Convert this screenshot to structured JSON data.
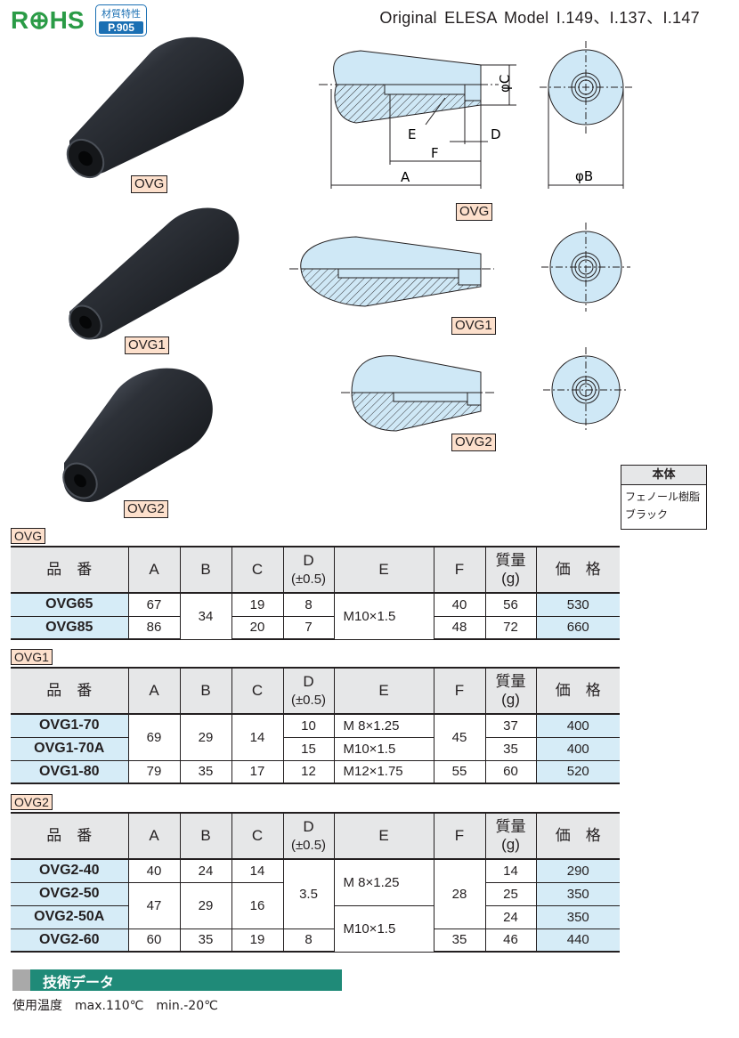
{
  "header": {
    "rohs": "R⊕HS",
    "badge_line1": "材質特性",
    "badge_line2": "P.905",
    "original": "Original ELESA Model I.149、I.137、I.147"
  },
  "photo_tags": [
    "OVG",
    "OVG1",
    "OVG2"
  ],
  "drawing_tags": [
    "OVG",
    "OVG1",
    "OVG2"
  ],
  "dim_labels": {
    "phiC": "φC",
    "phiB": "φB",
    "A": "A",
    "D": "D",
    "E": "E",
    "F": "F"
  },
  "colors": {
    "drawing_fill": "#cfe8f6",
    "tag_fill": "#fde0cc",
    "table_highlight": "#d6ecf7",
    "header_gray": "#e6e7e8",
    "knob": "#23262b",
    "tech_bar": "#1f8a78"
  },
  "spec_box": {
    "header": "本体",
    "line1": "フェノール樹脂",
    "line2": "ブラック"
  },
  "table_headers": {
    "part": "品　番",
    "A": "A",
    "B": "B",
    "C": "C",
    "D": "D",
    "D_tol": "(±0.5)",
    "E": "E",
    "F": "F",
    "mass": "質量",
    "mass_unit": "(g)",
    "price": "価　格"
  },
  "ovg": {
    "label": "OVG",
    "rows": [
      {
        "part": "OVG65",
        "A": "67",
        "B": "34",
        "C": "19",
        "D": "8",
        "E": "M10×1.5",
        "F": "40",
        "mass": "56",
        "price": "530"
      },
      {
        "part": "OVG85",
        "A": "86",
        "C": "20",
        "D": "7",
        "F": "48",
        "mass": "72",
        "price": "660"
      }
    ]
  },
  "ovg1": {
    "label": "OVG1",
    "rows": [
      {
        "part": "OVG1-70",
        "A": "69",
        "B": "29",
        "C": "14",
        "D": "10",
        "E": "M  8×1.25",
        "F": "45",
        "mass": "37",
        "price": "400"
      },
      {
        "part": "OVG1-70A",
        "D": "15",
        "E": "M10×1.5",
        "mass": "35",
        "price": "400"
      },
      {
        "part": "OVG1-80",
        "A": "79",
        "B": "35",
        "C": "17",
        "D": "12",
        "E": "M12×1.75",
        "F": "55",
        "mass": "60",
        "price": "520"
      }
    ]
  },
  "ovg2": {
    "label": "OVG2",
    "rows": [
      {
        "part": "OVG2-40",
        "A": "40",
        "B": "24",
        "C": "14",
        "D": "3.5",
        "E": "M  8×1.25",
        "F": "28",
        "mass": "14",
        "price": "290"
      },
      {
        "part": "OVG2-50",
        "A": "47",
        "B": "29",
        "C": "16",
        "mass": "25",
        "price": "350"
      },
      {
        "part": "OVG2-50A",
        "E": "M10×1.5",
        "mass": "24",
        "price": "350"
      },
      {
        "part": "OVG2-60",
        "A": "60",
        "B": "35",
        "C": "19",
        "D": "8",
        "F": "35",
        "mass": "46",
        "price": "440"
      }
    ]
  },
  "tech": {
    "title": "技術データ",
    "temp": "使用温度　max.110℃　min.-20℃"
  }
}
